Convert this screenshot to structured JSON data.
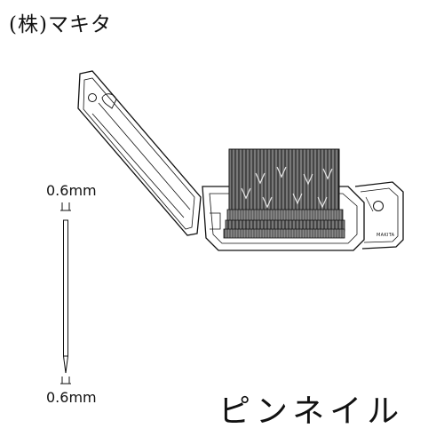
{
  "brand": "(株)マキタ",
  "product_name": "ピンネイル",
  "dimensions": {
    "top": "0.6mm",
    "bottom": "0.6mm"
  },
  "case_label": "MAKITA"
}
